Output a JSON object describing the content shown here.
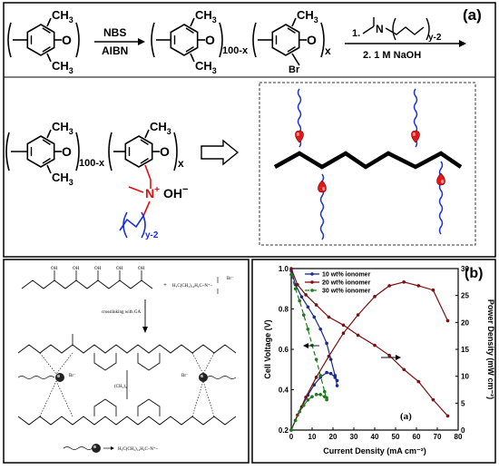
{
  "panel_a": {
    "label": "(a)",
    "reagents_1_top": "NBS",
    "reagents_1_bottom": "AIBN",
    "reagents_2_step1": "1.",
    "reagents_2_step2": "2. 1 M NaOH",
    "reagent_n": "N",
    "subscript_y2": "y-2",
    "ch3": "CH",
    "ch3_sub": "3",
    "oxygen": "O",
    "repeat_100x": "100-x",
    "repeat_x": "x",
    "br": "Br",
    "nplus": "N",
    "nplus_sup": "+",
    "oh": "OH",
    "oh_sup": "−",
    "colors": {
      "red": "#dd1111",
      "blue": "#1a2fd6",
      "black": "#000000"
    }
  },
  "panel_b": {
    "label": "(b)",
    "reagent_left": "H₃C(CH₂)₁₄H₂C–N⁺–",
    "br": "Br⁻",
    "oh": "OH",
    "plus": "+",
    "crosslink_label": "crosslinking with GA",
    "ch2_3": "(CH₂)₃",
    "legend_formula": "H₃C(CH₂)₁₄H₂C–N⁺–"
  },
  "chart_data": {
    "type": "line",
    "annotation": "(a)",
    "xlabel": "Current Density (mA cm⁻²)",
    "ylabel": "Cell Voltage (V)",
    "y2label": "Power Density (mW cm⁻²)",
    "xlim": [
      0,
      80
    ],
    "ylim": [
      0.2,
      1.0
    ],
    "y2lim": [
      0,
      30
    ],
    "xticks": [
      0,
      10,
      20,
      30,
      40,
      50,
      60,
      70,
      80
    ],
    "yticks": [
      0.2,
      0.4,
      0.6,
      0.8,
      1.0
    ],
    "y2ticks": [
      0,
      5,
      10,
      15,
      20,
      25,
      30
    ],
    "legend_position": "top-left",
    "series": [
      {
        "name": "10 wt% ionomer",
        "color": "#1a2a8c",
        "dash": "",
        "voltage": [
          [
            0,
            0.99
          ],
          [
            2,
            0.92
          ],
          [
            5,
            0.86
          ],
          [
            8,
            0.81
          ],
          [
            11,
            0.76
          ],
          [
            14,
            0.7
          ],
          [
            17,
            0.63
          ],
          [
            19,
            0.55
          ],
          [
            21,
            0.47
          ],
          [
            22,
            0.42
          ]
        ],
        "power": [
          [
            0,
            0
          ],
          [
            2,
            1.8
          ],
          [
            5,
            4.3
          ],
          [
            8,
            6.5
          ],
          [
            11,
            8.4
          ],
          [
            14,
            9.8
          ],
          [
            17,
            10.7
          ],
          [
            19,
            10.5
          ],
          [
            21,
            9.8
          ],
          [
            22,
            9.2
          ]
        ]
      },
      {
        "name": "20 wt% ionomer",
        "color": "#7a1010",
        "dash": "",
        "voltage": [
          [
            0,
            1.0
          ],
          [
            3,
            0.92
          ],
          [
            7,
            0.87
          ],
          [
            12,
            0.82
          ],
          [
            18,
            0.76
          ],
          [
            25,
            0.72
          ],
          [
            32,
            0.67
          ],
          [
            40,
            0.62
          ],
          [
            47,
            0.57
          ],
          [
            54,
            0.5
          ],
          [
            61,
            0.44
          ],
          [
            68,
            0.35
          ],
          [
            75,
            0.27
          ]
        ],
        "power": [
          [
            0,
            0
          ],
          [
            3,
            2.8
          ],
          [
            7,
            6.1
          ],
          [
            12,
            9.8
          ],
          [
            18,
            13.7
          ],
          [
            25,
            18.0
          ],
          [
            32,
            21.4
          ],
          [
            40,
            24.8
          ],
          [
            47,
            26.8
          ],
          [
            54,
            27.5
          ],
          [
            61,
            26.8
          ],
          [
            68,
            26.0
          ],
          [
            75,
            20.3
          ]
        ]
      },
      {
        "name": "30 wt% ionomer",
        "color": "#1d7a1d",
        "dash": "5,3",
        "voltage": [
          [
            0,
            0.97
          ],
          [
            2,
            0.9
          ],
          [
            4,
            0.84
          ],
          [
            6,
            0.77
          ],
          [
            8,
            0.7
          ],
          [
            10,
            0.62
          ],
          [
            12,
            0.55
          ],
          [
            14,
            0.47
          ],
          [
            16,
            0.39
          ],
          [
            17,
            0.35
          ]
        ],
        "power": [
          [
            0,
            0
          ],
          [
            2,
            1.8
          ],
          [
            4,
            3.4
          ],
          [
            6,
            4.6
          ],
          [
            8,
            5.6
          ],
          [
            10,
            6.2
          ],
          [
            12,
            6.6
          ],
          [
            14,
            6.6
          ],
          [
            16,
            6.2
          ],
          [
            17,
            6.0
          ]
        ]
      }
    ]
  }
}
